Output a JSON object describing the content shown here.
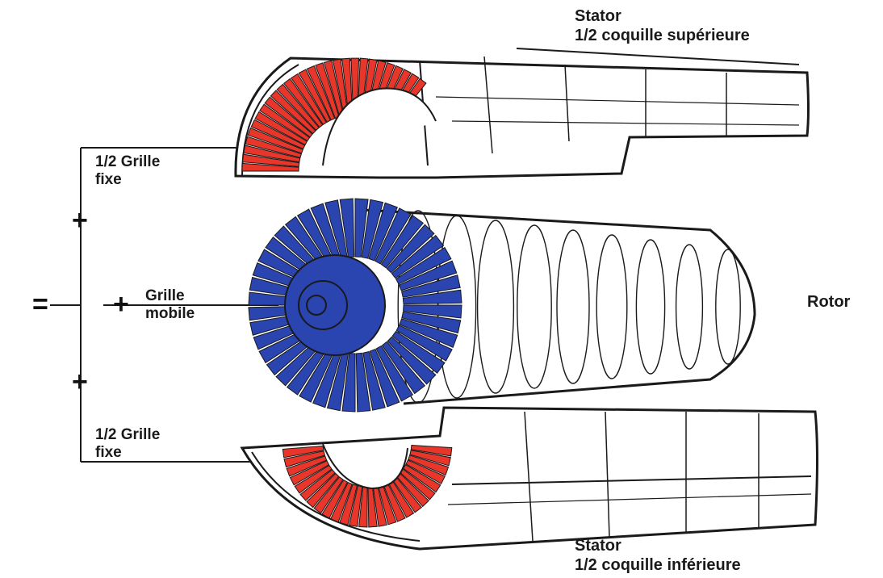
{
  "labels": {
    "stator_top_title": "Stator",
    "stator_top_sub": "1/2 coquille supérieure",
    "grille_fixe_top_1": "1/2 Grille",
    "grille_fixe_top_2": "fixe",
    "grille_mobile_1": "Grille",
    "grille_mobile_2": "mobile",
    "rotor": "Rotor",
    "grille_fixe_bottom_1": "1/2 Grille",
    "grille_fixe_bottom_2": "fixe",
    "stator_bottom_title": "Stator",
    "stator_bottom_sub": "1/2 coquille inférieure"
  },
  "symbols": {
    "plus": "+",
    "equals": "="
  },
  "colors": {
    "fixed_blades": "#e8362a",
    "moving_blades": "#2a44b0",
    "line_art": "#1a1a1a",
    "background": "#ffffff"
  }
}
